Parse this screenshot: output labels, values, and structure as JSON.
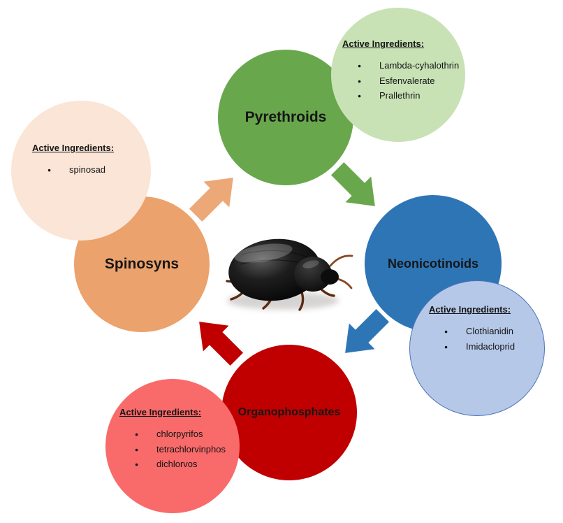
{
  "diagram": {
    "type": "cycle-diagram",
    "subject": "Insecticide class rotation for beetle control",
    "center_image": "black beetle photograph",
    "nodes": {
      "pyrethroids": {
        "label": "Pyrethroids",
        "fill": "#69A74D"
      },
      "neonicotinoids": {
        "label": "Neonicotinoids",
        "fill": "#2E75B6"
      },
      "organophosphates": {
        "label": "Organophosphates",
        "fill": "#C00000"
      },
      "spinosyns": {
        "label": "Spinosyns",
        "fill": "#EBA26C"
      }
    },
    "satellites": {
      "pyrethroids": {
        "heading": "Active Ingredients:",
        "items": [
          "Lambda-cyhalothrin",
          "Esfenvalerate",
          "Prallethrin"
        ],
        "fill": "#C8E2B6"
      },
      "neonicotinoids": {
        "heading": "Active Ingredients:",
        "items": [
          "Clothianidin",
          "Imidacloprid"
        ],
        "fill": "#B6C8E8",
        "border": "#4C74B8"
      },
      "organophosphates": {
        "heading": "Active Ingredients:",
        "items": [
          "chlorpyrifos",
          "tetrachlorvinphos",
          "dichlorvos"
        ],
        "fill": "#F96A6A"
      },
      "spinosyns": {
        "heading": "Active Ingredients:",
        "items": [
          "spinosad"
        ],
        "fill": "#FBE5D6"
      }
    },
    "arrows": {
      "spinosyns_to_pyrethroids": {
        "color": "#EDA878",
        "direction": "up-right"
      },
      "pyrethroids_to_neonicotinoids": {
        "color": "#69A74D",
        "direction": "down-right"
      },
      "neonicotinoids_to_organophosphates": {
        "color": "#2E75B6",
        "direction": "down-left"
      },
      "organophosphates_to_spinosyns": {
        "color": "#C00000",
        "direction": "up-left"
      }
    }
  }
}
